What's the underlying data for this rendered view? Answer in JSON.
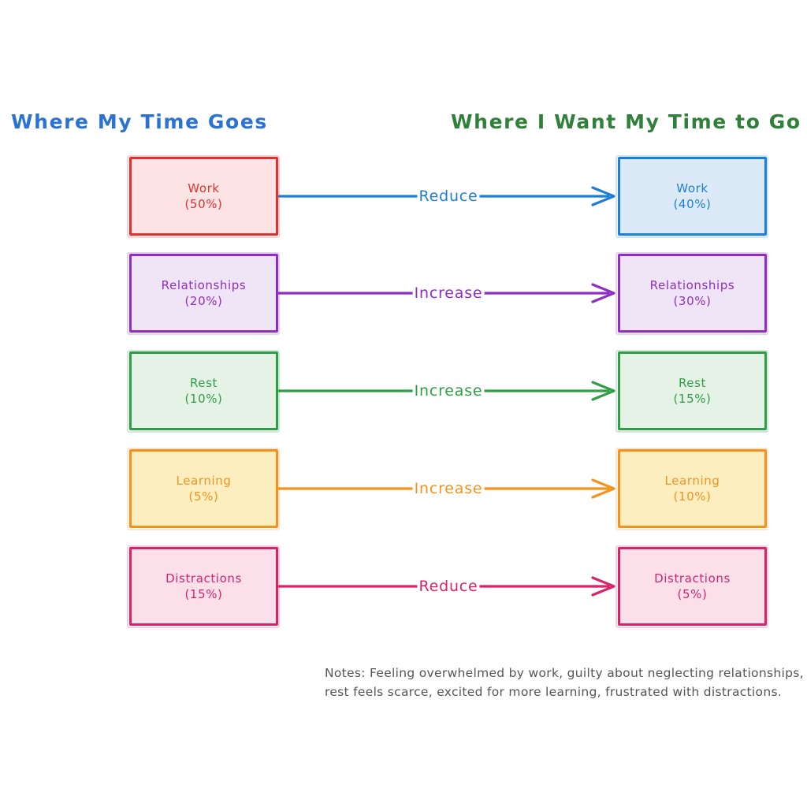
{
  "columns": {
    "left_title": "Where My Time Goes",
    "right_title": "Where I Want My Time to Go",
    "left_title_color": "#2a73d4",
    "right_title_color": "#2f8038"
  },
  "rows": [
    {
      "id": "work",
      "theme": "red",
      "left": {
        "label": "Work",
        "pct": "(50%)",
        "color": "#e03131",
        "fill": "#fde3e3"
      },
      "right": {
        "label": "Work",
        "pct": "(40%)",
        "color": "#1c7ed6",
        "fill": "#dceaf8"
      },
      "edge": {
        "label": "Reduce",
        "color": "#1c7ed6"
      }
    },
    {
      "id": "relationships",
      "theme": "purple",
      "left": {
        "label": "Relationships",
        "pct": "(20%)",
        "color": "#8e2fc4",
        "fill": "#f0e4f7"
      },
      "right": {
        "label": "Relationships",
        "pct": "(30%)",
        "color": "#8e2fc4",
        "fill": "#f0e4f7"
      },
      "edge": {
        "label": "Increase",
        "color": "#8e2fc4"
      }
    },
    {
      "id": "rest",
      "theme": "green",
      "left": {
        "label": "Rest",
        "pct": "(10%)",
        "color": "#2f9e44",
        "fill": "#e4f3e6"
      },
      "right": {
        "label": "Rest",
        "pct": "(15%)",
        "color": "#2f9e44",
        "fill": "#e4f3e6"
      },
      "edge": {
        "label": "Increase",
        "color": "#2f9e44"
      }
    },
    {
      "id": "learning",
      "theme": "orange",
      "left": {
        "label": "Learning",
        "pct": "(5%)",
        "color": "#f5921e",
        "fill": "#fdeec0"
      },
      "right": {
        "label": "Learning",
        "pct": "(10%)",
        "color": "#f5921e",
        "fill": "#fdeec0"
      },
      "edge": {
        "label": "Increase",
        "color": "#f5921e"
      }
    },
    {
      "id": "distractions",
      "theme": "pink",
      "left": {
        "label": "Distractions",
        "pct": "(15%)",
        "color": "#d6236a",
        "fill": "#fbe0ea"
      },
      "right": {
        "label": "Distractions",
        "pct": "(5%)",
        "color": "#d6236a",
        "fill": "#fbe0ea"
      },
      "edge": {
        "label": "Reduce",
        "color": "#d6236a"
      }
    }
  ],
  "notes": {
    "text": "Notes: Feeling overwhelmed by work, guilty about neglecting relationships,\nrest feels scarce, excited for more learning, frustrated with distractions."
  }
}
